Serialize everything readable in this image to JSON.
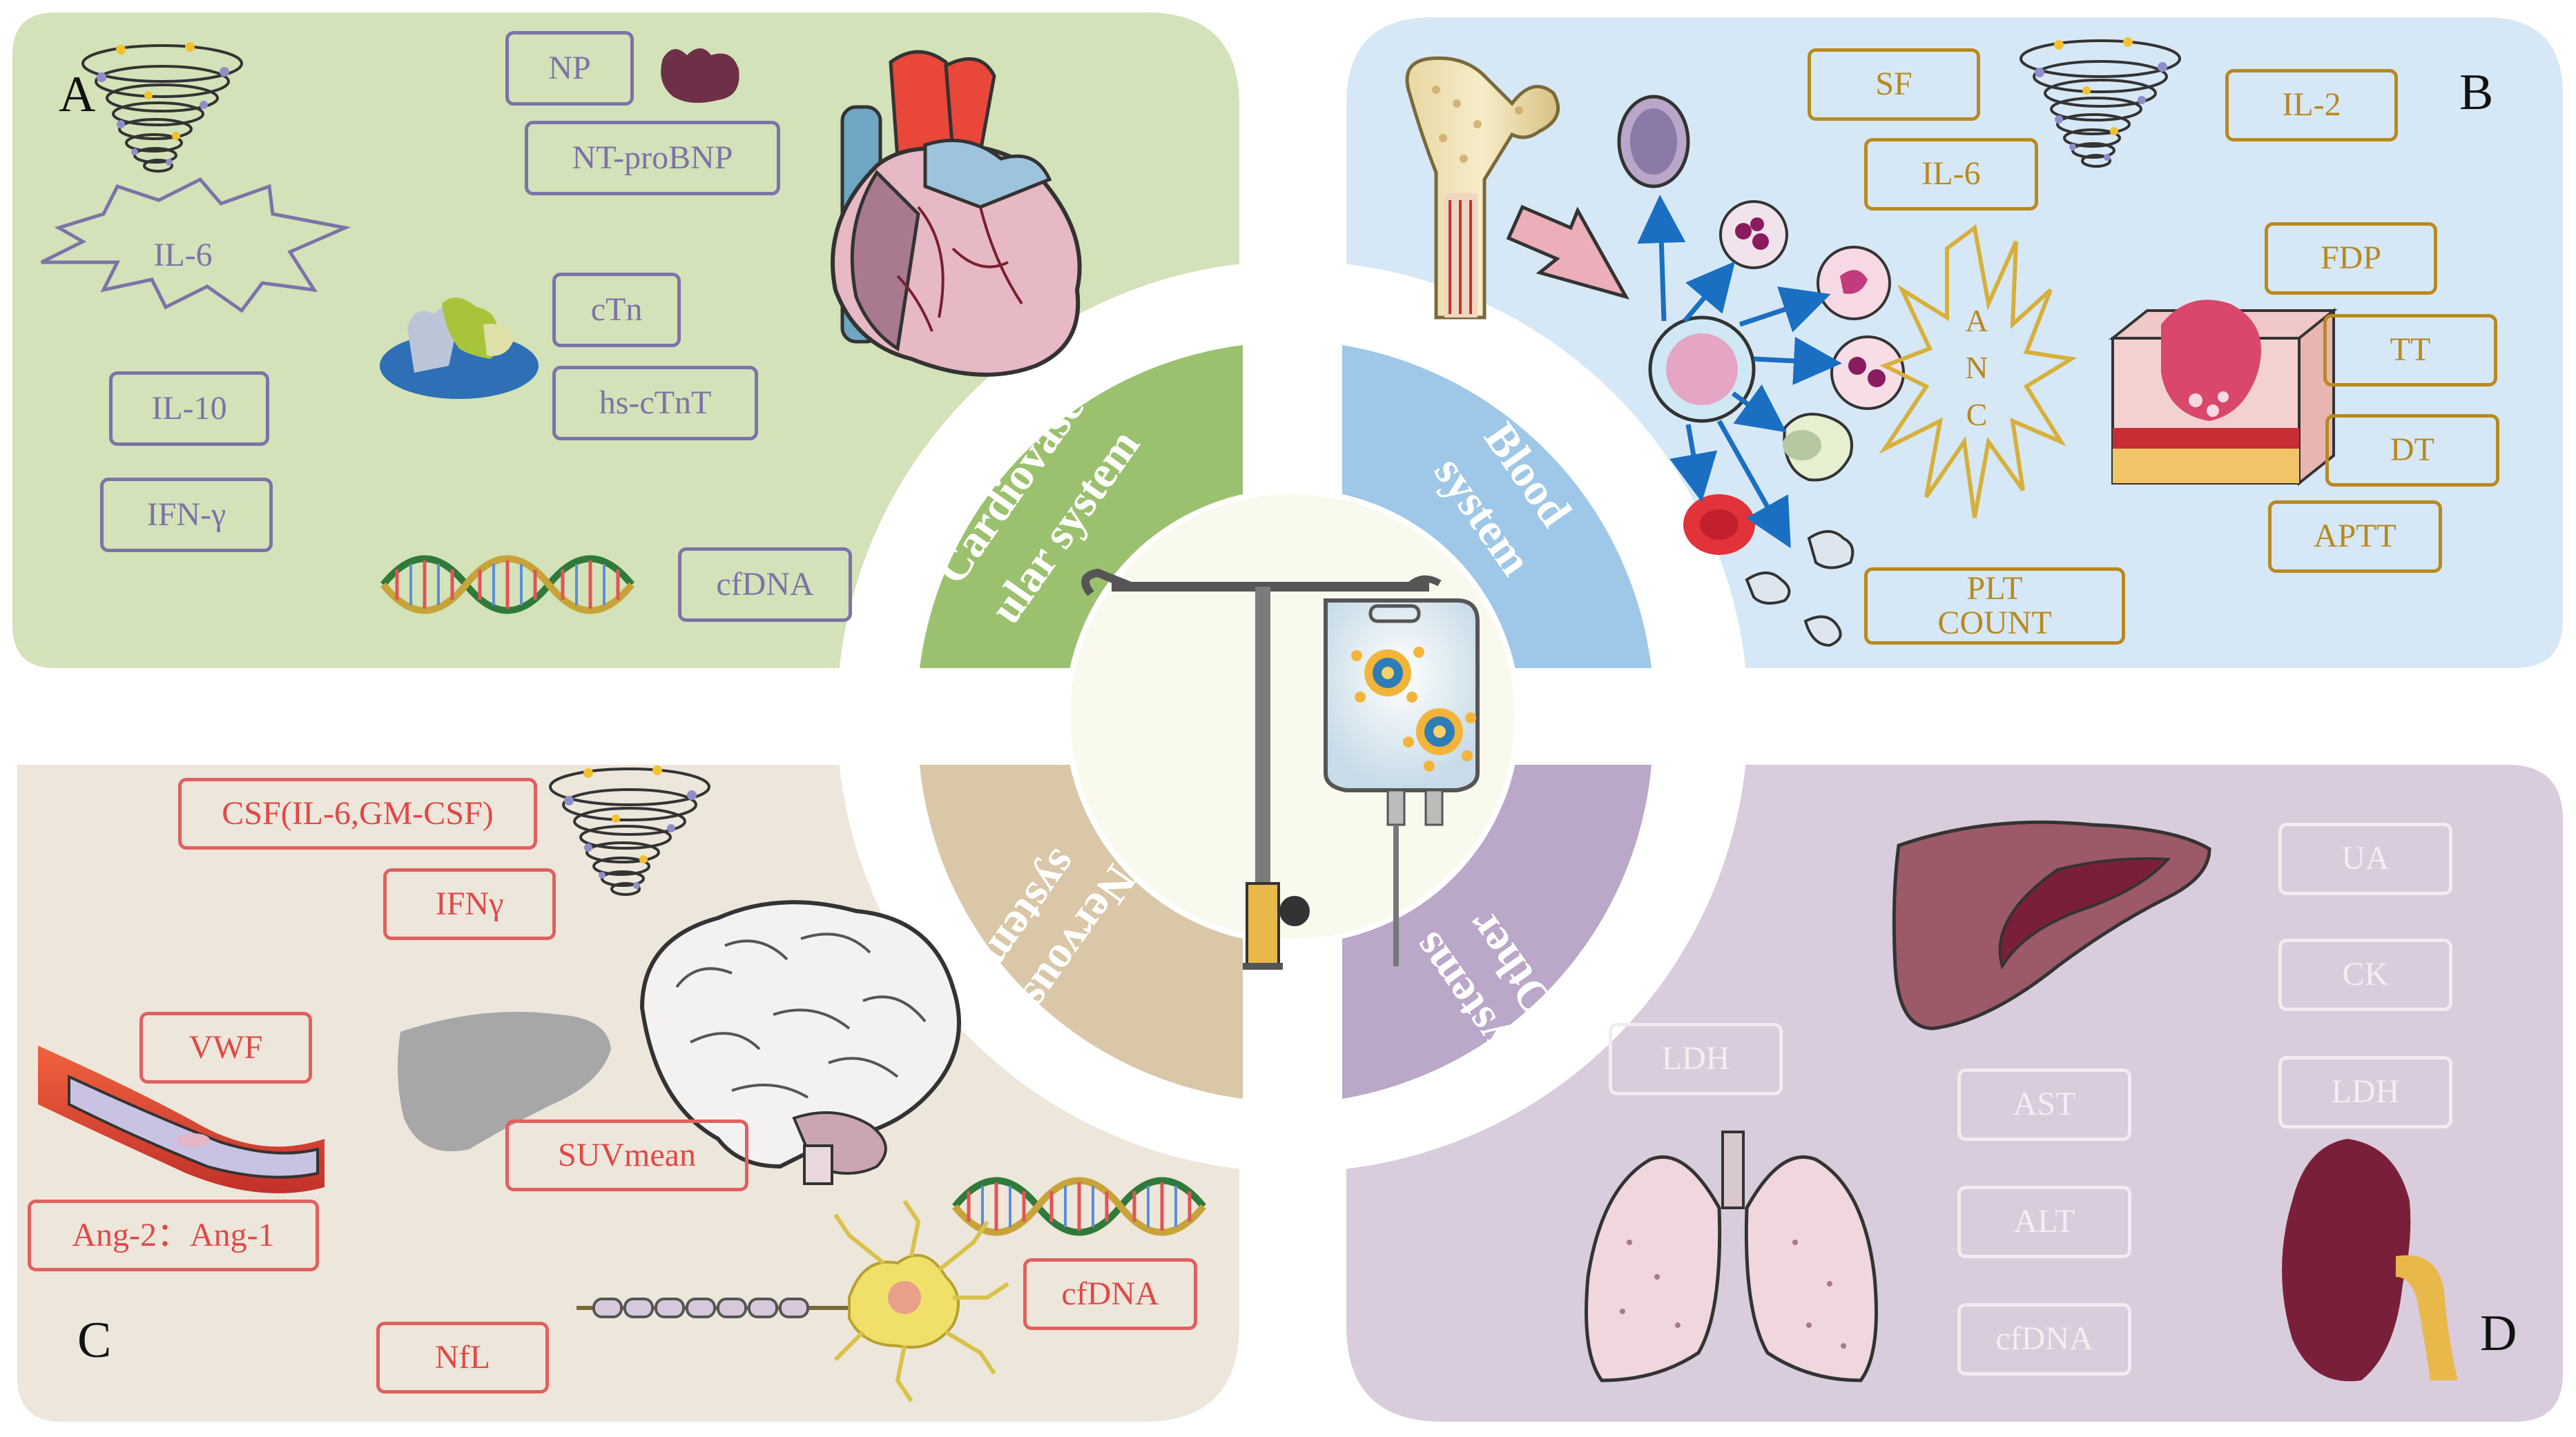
{
  "panels": {
    "a": {
      "letter": "A",
      "colors": {
        "bg": "#d3e2b8",
        "sector": "#9cc16e",
        "box": "#7a74a8"
      }
    },
    "b": {
      "letter": "B",
      "colors": {
        "bg": "#d6e8f6",
        "sector": "#9fc8e8",
        "box": "#b8891f"
      }
    },
    "c": {
      "letter": "C",
      "colors": {
        "bg": "#ede6da",
        "sector": "#d9c7a8",
        "box": "#e06060"
      }
    },
    "d": {
      "letter": "D",
      "colors": {
        "bg": "#d9ccdd",
        "sector": "#bba7c8",
        "box": "#f2ecf2"
      }
    }
  },
  "sectors": {
    "cardio": {
      "line1": "Cardiovasc",
      "line2": "ular system"
    },
    "blood": {
      "line1": "Blood",
      "line2": "system"
    },
    "nervous": {
      "line1": "Nervous",
      "line2": "system"
    },
    "other": {
      "line1": "Other",
      "line2": "systems"
    }
  },
  "labels": {
    "a": {
      "np": "NP",
      "ntprobnp": "NT-proBNP",
      "il6": "IL-6",
      "ctn": "cTn",
      "hsctnt": "hs-cTnT",
      "il10": "IL-10",
      "ifng": "IFN-γ",
      "cfdna": "cfDNA"
    },
    "b": {
      "sf": "SF",
      "il2": "IL-2",
      "il6": "IL-6",
      "fdp": "FDP",
      "tt": "TT",
      "dt": "DT",
      "aptt": "APTT",
      "plt_line1": "PLT",
      "plt_line2": "COUNT",
      "anc": [
        "A",
        "N",
        "C"
      ]
    },
    "c": {
      "csf": "CSF(IL-6,GM-CSF)",
      "ifng": "IFNγ",
      "vwf": "VWF",
      "suvmean": "SUVmean",
      "ang": "Ang-2：Ang-1",
      "cfdna": "cfDNA",
      "nfl": "NfL"
    },
    "d": {
      "ua": "UA",
      "ck": "CK",
      "ldh_right": "LDH",
      "ldh_left": "LDH",
      "ast": "AST",
      "alt": "ALT",
      "cfdna": "cfDNA"
    }
  },
  "icons": [
    "cytokine-storm-icon",
    "heart-icon",
    "protein-icon",
    "dna-icon",
    "bone-marrow-icon",
    "blood-cell-icon",
    "skin-bleeding-icon",
    "car-t-infusion-bag-icon",
    "brain-icon",
    "liver-icon",
    "lung-icon",
    "kidney-icon",
    "neuron-icon",
    "blood-vessel-icon"
  ]
}
